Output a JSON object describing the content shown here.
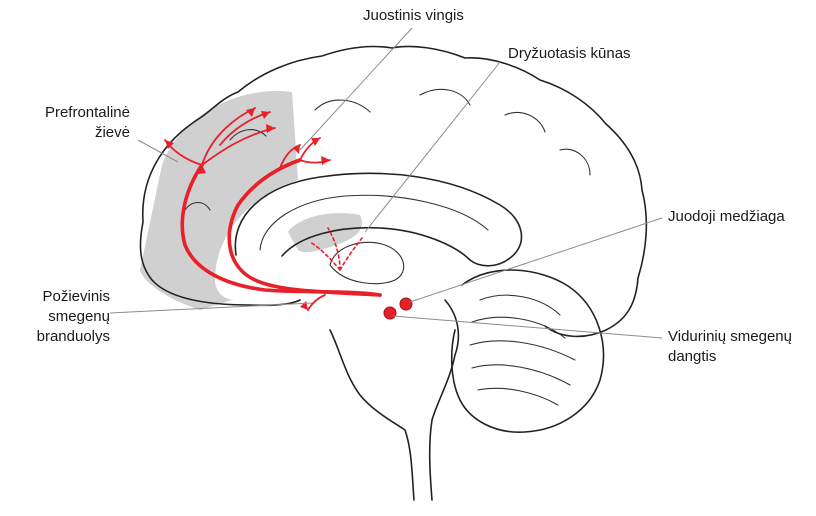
{
  "labels": {
    "cingulate": "Juostinis vingis",
    "striatum": "Dryžuotasis kūnas",
    "prefrontal_line1": "Prefrontalinė",
    "prefrontal_line2": "žievė",
    "substantia_nigra": "Juodoji medžiaga",
    "accumbens_line1": "Požievinis",
    "accumbens_line2": "smegenų",
    "accumbens_line3": "branduolys",
    "vta_line1": "Vidurinių smegenų",
    "vta_line2": "dangtis"
  },
  "colors": {
    "pathway": "#e8202a",
    "region_fill": "#d0d0d0",
    "outline": "#222222",
    "leader": "#8c8c8c"
  }
}
